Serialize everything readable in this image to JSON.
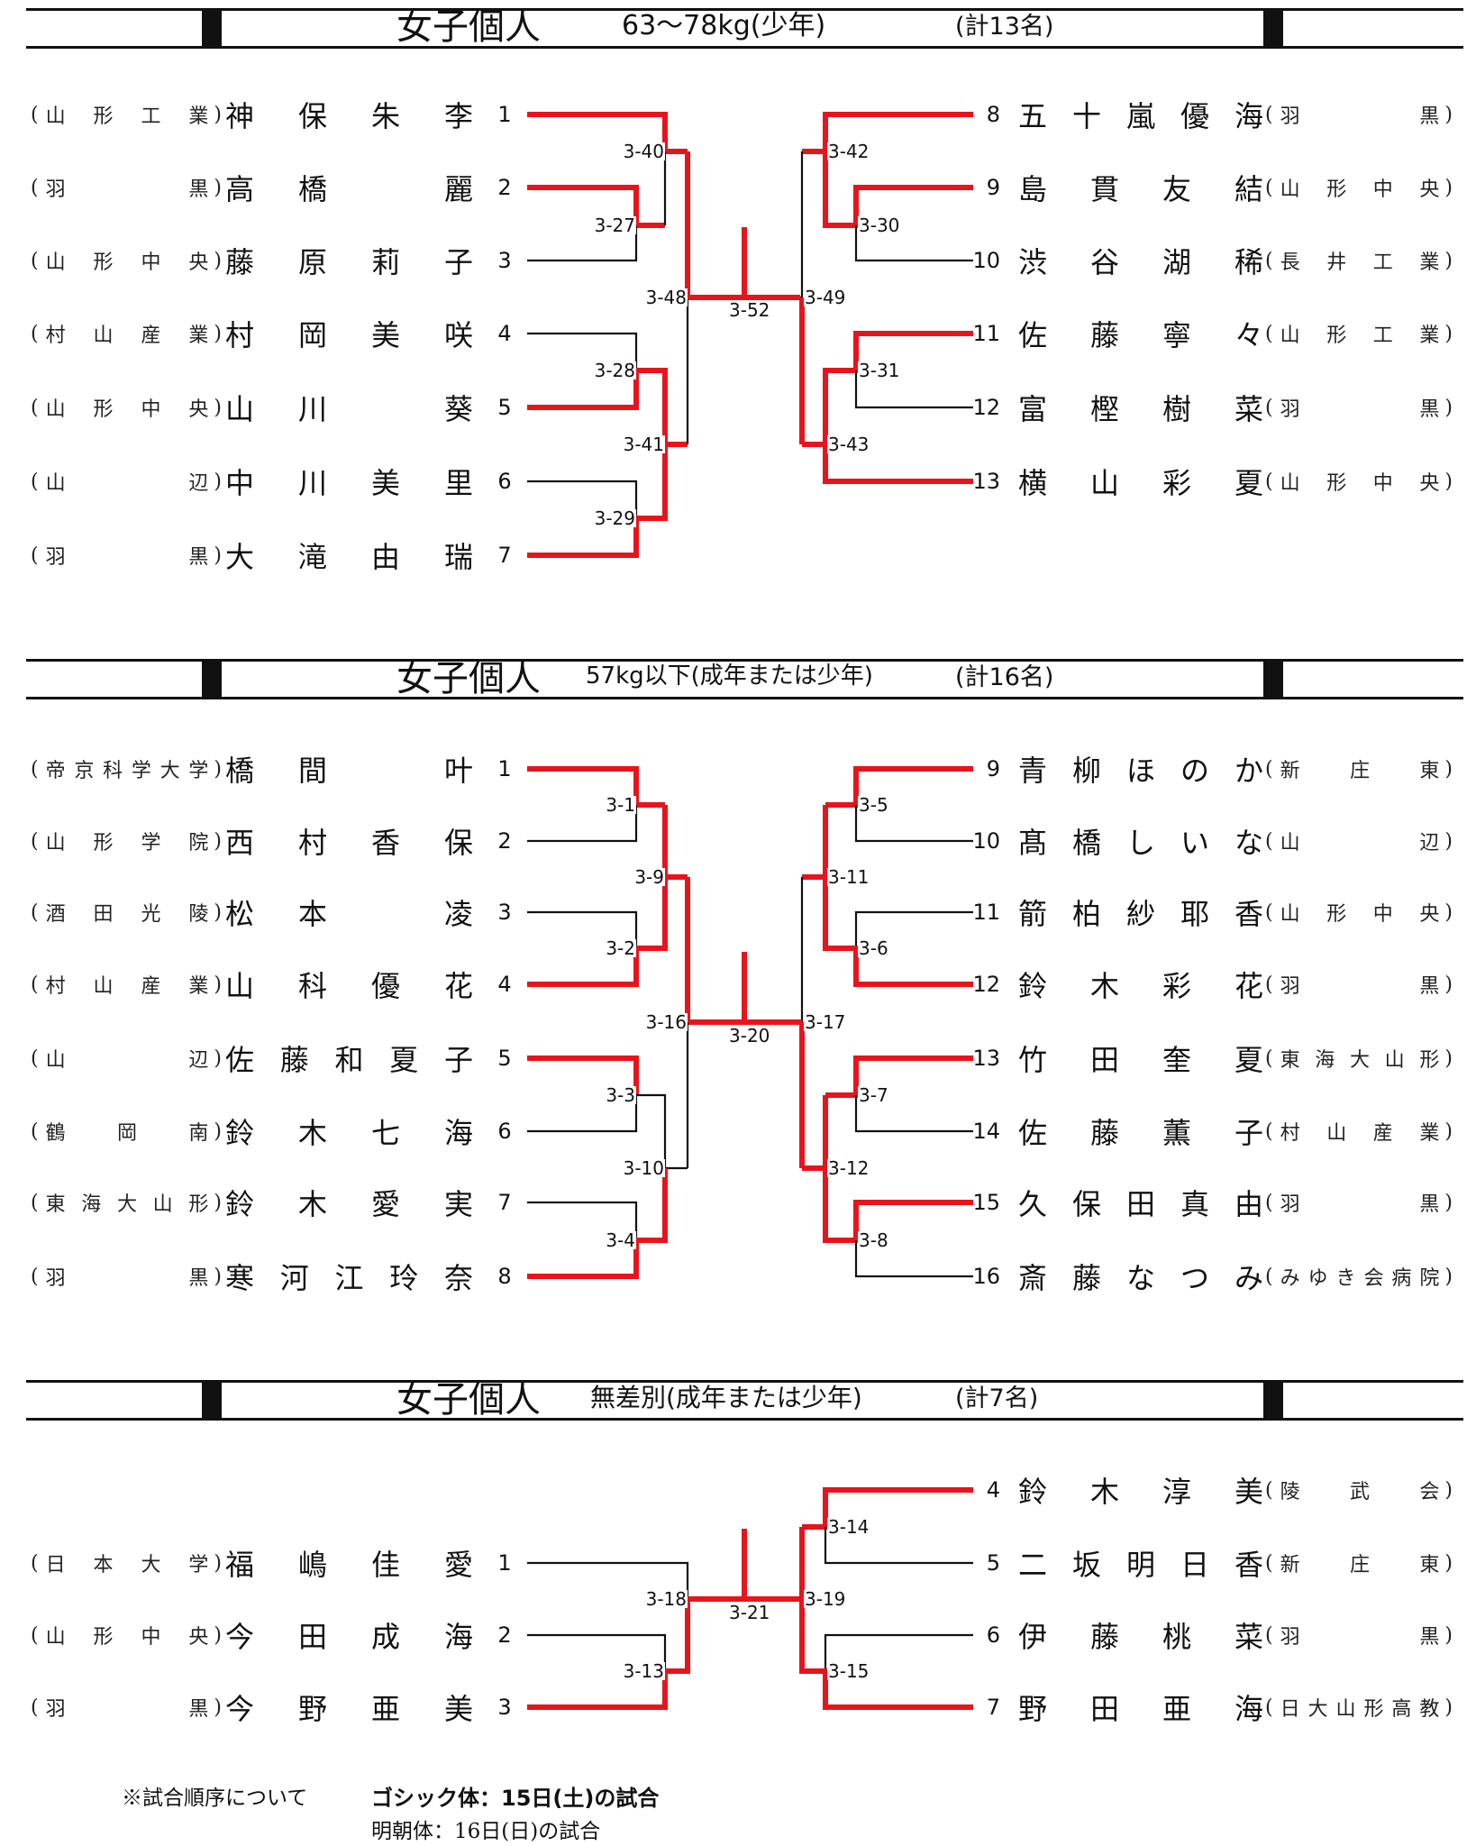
{
  "brackets": [
    {
      "title": "女子個人",
      "subtitle": "63〜78kg(少年)",
      "count": "(計13名)",
      "left": [
        {
          "num": "1",
          "name": "神保朱李",
          "aff": "山形工業"
        },
        {
          "num": "2",
          "name": "高橋　麗",
          "aff": "羽黒"
        },
        {
          "num": "3",
          "name": "藤原莉子",
          "aff": "山形中央"
        },
        {
          "num": "4",
          "name": "村岡美咲",
          "aff": "村山産業"
        },
        {
          "num": "5",
          "name": "山川　葵",
          "aff": "山形中央"
        },
        {
          "num": "6",
          "name": "中川美里",
          "aff": "山辺"
        },
        {
          "num": "7",
          "name": "大滝由瑞",
          "aff": "羽黒"
        }
      ],
      "right": [
        {
          "num": "8",
          "name": "五十嵐優海",
          "aff": "羽黒"
        },
        {
          "num": "9",
          "name": "島貫友結",
          "aff": "山形中央"
        },
        {
          "num": "10",
          "name": "渋谷湖稀",
          "aff": "長井工業"
        },
        {
          "num": "11",
          "name": "佐藤寧々",
          "aff": "山形工業"
        },
        {
          "num": "12",
          "name": "富樫樹菜",
          "aff": "羽黒"
        },
        {
          "num": "13",
          "name": "横山彩夏",
          "aff": "山形中央"
        }
      ],
      "matches": [
        "3-40",
        "3-27",
        "3-48",
        "3-28",
        "3-41",
        "3-29",
        "3-52",
        "3-42",
        "3-30",
        "3-49",
        "3-31",
        "3-43"
      ]
    },
    {
      "title": "女子個人",
      "subtitle": "57kg以下(成年または少年)",
      "count": "(計16名)",
      "left": [
        {
          "num": "1",
          "name": "橋間　叶",
          "aff": "帝京科学大学"
        },
        {
          "num": "2",
          "name": "西村香保",
          "aff": "山形学院"
        },
        {
          "num": "3",
          "name": "松本　凌",
          "aff": "酒田光陵"
        },
        {
          "num": "4",
          "name": "山科優花",
          "aff": "村山産業"
        },
        {
          "num": "5",
          "name": "佐藤和夏子",
          "aff": "山辺"
        },
        {
          "num": "6",
          "name": "鈴木七海",
          "aff": "鶴岡南"
        },
        {
          "num": "7",
          "name": "鈴木愛実",
          "aff": "東海大山形"
        },
        {
          "num": "8",
          "name": "寒河江玲奈",
          "aff": "羽黒"
        }
      ],
      "right": [
        {
          "num": "9",
          "name": "青柳ほのか",
          "aff": "新庄東"
        },
        {
          "num": "10",
          "name": "髙橋しいな",
          "aff": "山辺"
        },
        {
          "num": "11",
          "name": "箭柏紗耶香",
          "aff": "山形中央"
        },
        {
          "num": "12",
          "name": "鈴木彩花",
          "aff": "羽黒"
        },
        {
          "num": "13",
          "name": "竹田奎夏",
          "aff": "東海大山形"
        },
        {
          "num": "14",
          "name": "佐藤薫子",
          "aff": "村山産業"
        },
        {
          "num": "15",
          "name": "久保田真由",
          "aff": "羽黒"
        },
        {
          "num": "16",
          "name": "斎藤なつみ",
          "aff": "みゆき会病院"
        }
      ],
      "matches": [
        "3-1",
        "3-9",
        "3-2",
        "3-16",
        "3-3",
        "3-10",
        "3-4",
        "3-20",
        "3-5",
        "3-11",
        "3-6",
        "3-17",
        "3-7",
        "3-12",
        "3-8"
      ]
    },
    {
      "title": "女子個人",
      "subtitle": "無差別(成年または少年)",
      "count": "(計7名)",
      "left": [
        {
          "num": "1",
          "name": "福嶋佳愛",
          "aff": "日本大学"
        },
        {
          "num": "2",
          "name": "今田成海",
          "aff": "山形中央"
        },
        {
          "num": "3",
          "name": "今野亜美",
          "aff": "羽黒"
        }
      ],
      "right": [
        {
          "num": "4",
          "name": "鈴木淳美",
          "aff": "陵武会"
        },
        {
          "num": "5",
          "name": "二坂明日香",
          "aff": "新庄東"
        },
        {
          "num": "6",
          "name": "伊藤桃菜",
          "aff": "羽黒"
        },
        {
          "num": "7",
          "name": "野田亜海",
          "aff": "日大山形高教"
        }
      ],
      "matches": [
        "3-18",
        "3-13",
        "3-21",
        "3-14",
        "3-19",
        "3-15"
      ]
    }
  ],
  "notes": {
    "heading": "※試合順序について",
    "gothic": "ゴシック体：15日(土)の試合",
    "mincho": "明朝体：16日(日)の試合"
  },
  "colors": {
    "win": "#e8141c",
    "line": "#111111"
  }
}
